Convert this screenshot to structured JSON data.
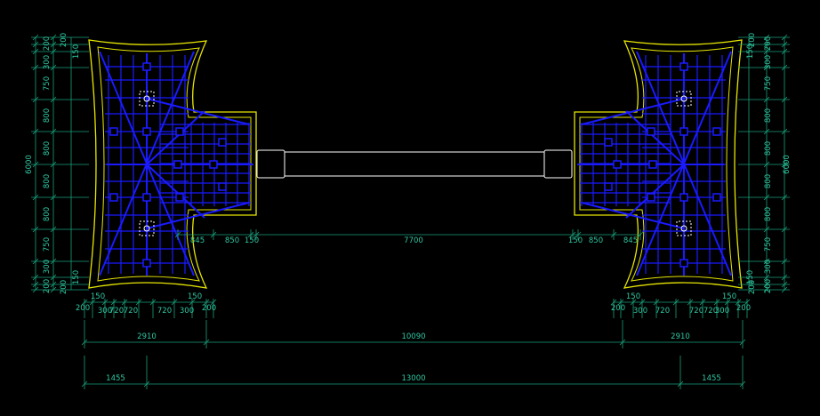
{
  "colors": {
    "background": "#000000",
    "outline": "#e6e600",
    "structure": "#1a1aff",
    "dimension": "#19a07a",
    "dimension_text": "#2fc7a0",
    "axis": "#ffffff"
  },
  "dims": {
    "left_vertical": [
      "200",
      "200",
      "300",
      "750",
      "800",
      "800",
      "800",
      "800",
      "750",
      "300",
      "200",
      "200"
    ],
    "left_small": [
      "150",
      "150"
    ],
    "left_total": "6000",
    "right_vertical": [
      "200",
      "200",
      "300",
      "750",
      "800",
      "800",
      "800",
      "800",
      "750",
      "300",
      "200",
      "200"
    ],
    "right_small": [
      "150",
      "150"
    ],
    "right_total": "6000",
    "mid_row": [
      "845",
      "850",
      "150",
      "7700",
      "150",
      "850",
      "845"
    ],
    "left_row1": [
      "150",
      "150"
    ],
    "left_row2": [
      "200",
      "300",
      "720",
      "720",
      "720",
      "300",
      "200"
    ],
    "right_row1": [
      "150",
      "150"
    ],
    "right_row2": [
      "200",
      "300",
      "720",
      "720",
      "720",
      "300",
      "200"
    ],
    "row3": [
      "2910",
      "10090",
      "2910"
    ],
    "row4": [
      "1455",
      "13000",
      "1455"
    ]
  }
}
